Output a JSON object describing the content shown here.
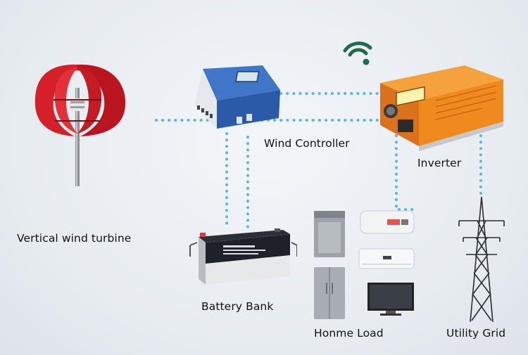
{
  "labels": {
    "turbine": "Vertical wind turbine",
    "controller": "Wind Controller",
    "inverter": "Inverter",
    "battery": "Battery Bank",
    "load": "Honme Load",
    "grid": "Utility Grid"
  },
  "colors": {
    "wire": "#5ab4ee",
    "turbine_red": "#d5202a",
    "controller_blue": "#2f63b5",
    "inverter_orange": "#f08a1e",
    "wifi_green": "#1f6a4c"
  },
  "icons": [
    "wind-turbine-icon",
    "charge-controller-icon",
    "wifi-icon",
    "inverter-icon",
    "battery-icon",
    "washing-machine-icon",
    "refrigerator-icon",
    "water-heater-icon",
    "air-conditioner-icon",
    "television-icon",
    "transmission-tower-icon"
  ]
}
